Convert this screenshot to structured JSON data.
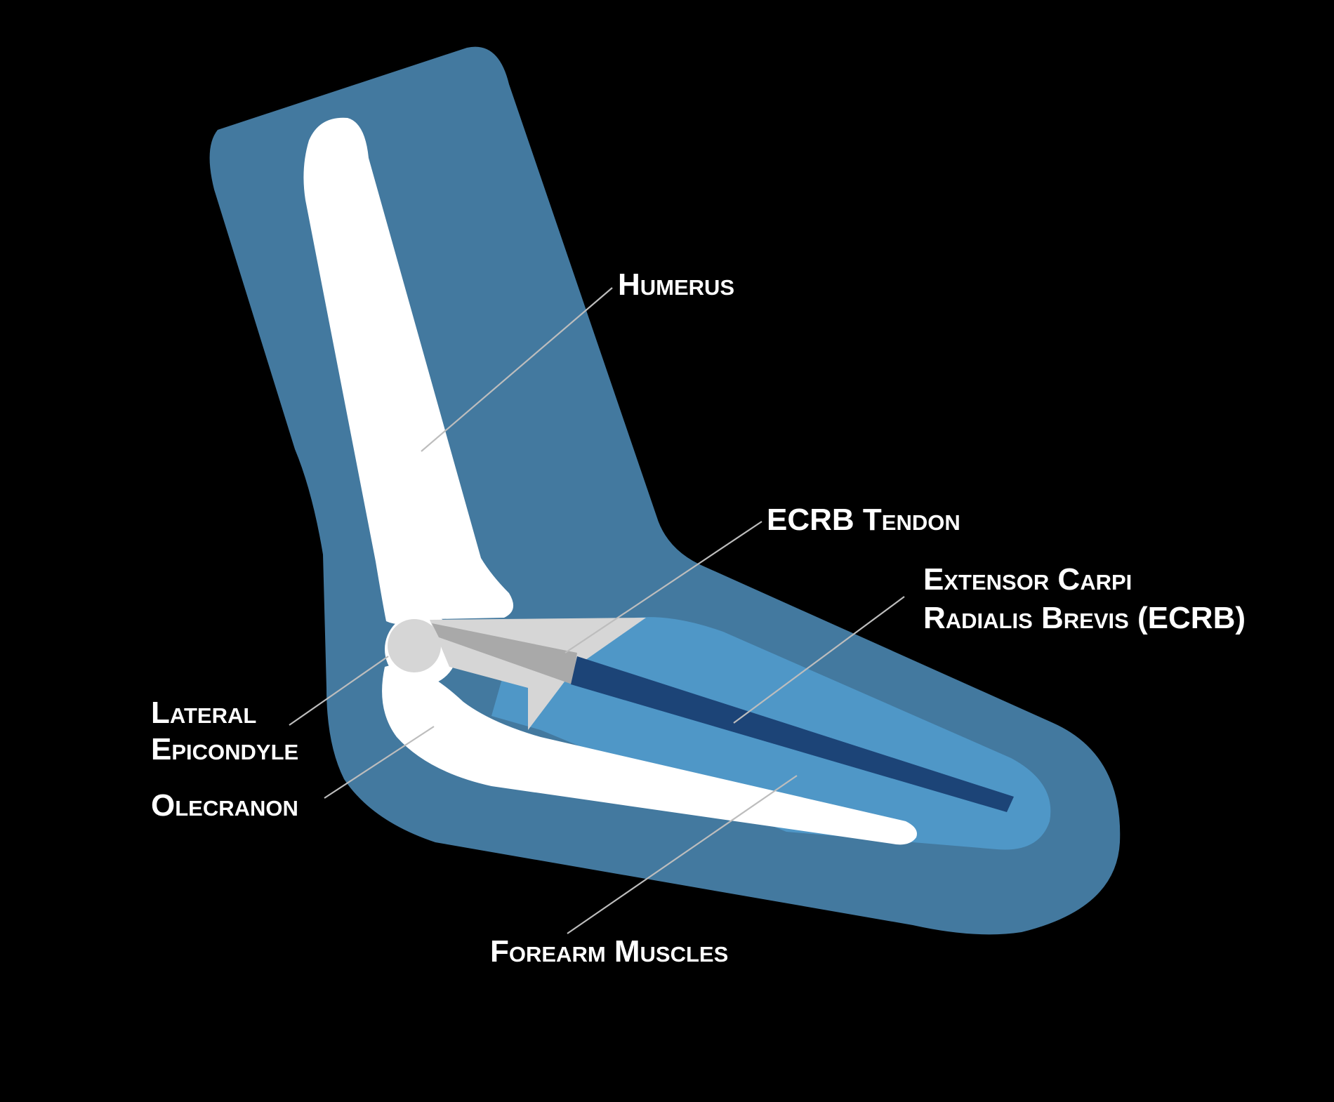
{
  "colors": {
    "background": "#000000",
    "arm": "#43799f",
    "forearm_muscles": "#4f97c7",
    "bone": "#ffffff",
    "ecrb_muscle": "#1c4477",
    "tendon_light": "#d6d6d6",
    "tendon_dark": "#a9a9a9",
    "leader_line": "#bdbdbd"
  },
  "labels": {
    "humerus": "Humerus",
    "ecrb_tendon": "ECRB Tendon",
    "ecrb_line1": "Extensor Carpi",
    "ecrb_line2": "Radialis Brevis (ECRB)",
    "lateral_line1": "Lateral",
    "lateral_line2": "Epicondyle",
    "olecranon": "Olecranon",
    "forearm_muscles": "Forearm Muscles"
  }
}
